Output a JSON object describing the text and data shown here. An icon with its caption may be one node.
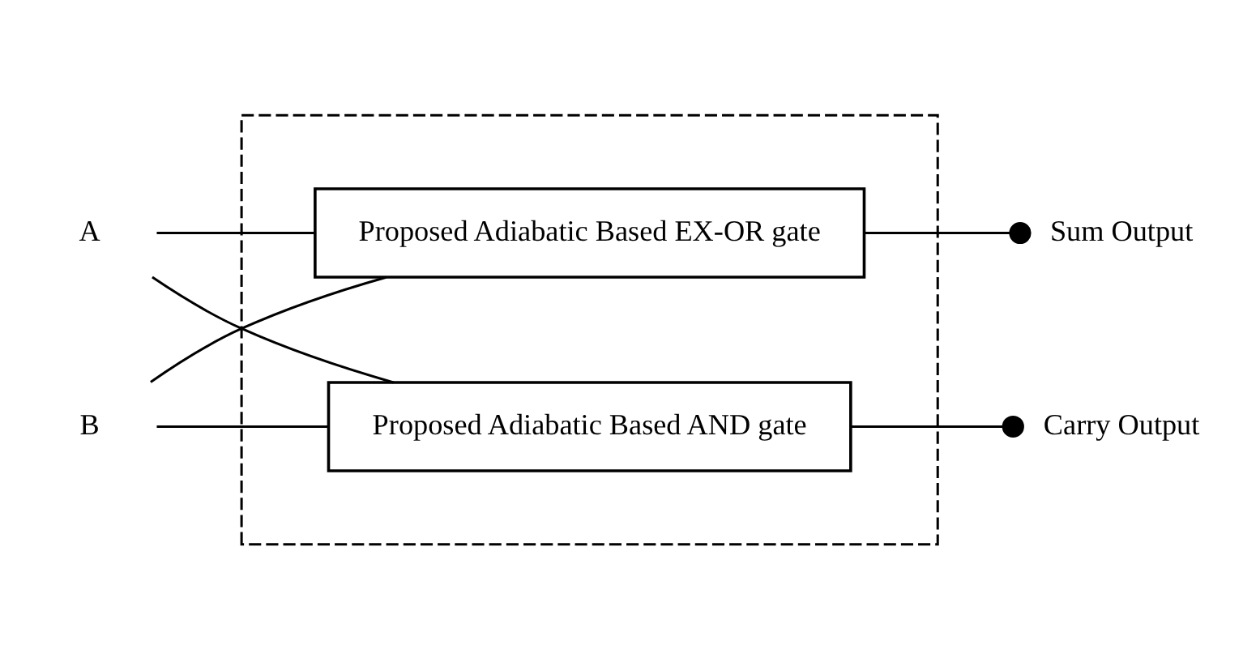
{
  "diagram": {
    "nodes": [
      {
        "text": [],
        "shape": "box"
      },
      {
        "text": [
          "A"
        ]
      },
      {
        "text": [
          "B"
        ]
      },
      {
        "text": [
          "Proposed Adiabatic Based EX-OR gate"
        ],
        "in": 0
      },
      {
        "text": [
          "Proposed Adiabatic Based AND gate"
        ],
        "in": 0
      },
      {
        "text": [
          "Sum Output"
        ]
      },
      {
        "text": [
          "Carry Output"
        ]
      }
    ],
    "edges": [
      {
        "from": 1,
        "to": 3,
        "arrow": "none"
      },
      {
        "from": 1,
        "to": 4,
        "arrow": "none"
      },
      {
        "from": 2,
        "to": 3,
        "arrow": "none"
      },
      {
        "from": 2,
        "to": 4,
        "arrow": "none"
      },
      {
        "from": 3,
        "to": 5,
        "arrow": "other"
      },
      {
        "from": 4,
        "to": 6,
        "arrow": "other"
      }
    ]
  }
}
